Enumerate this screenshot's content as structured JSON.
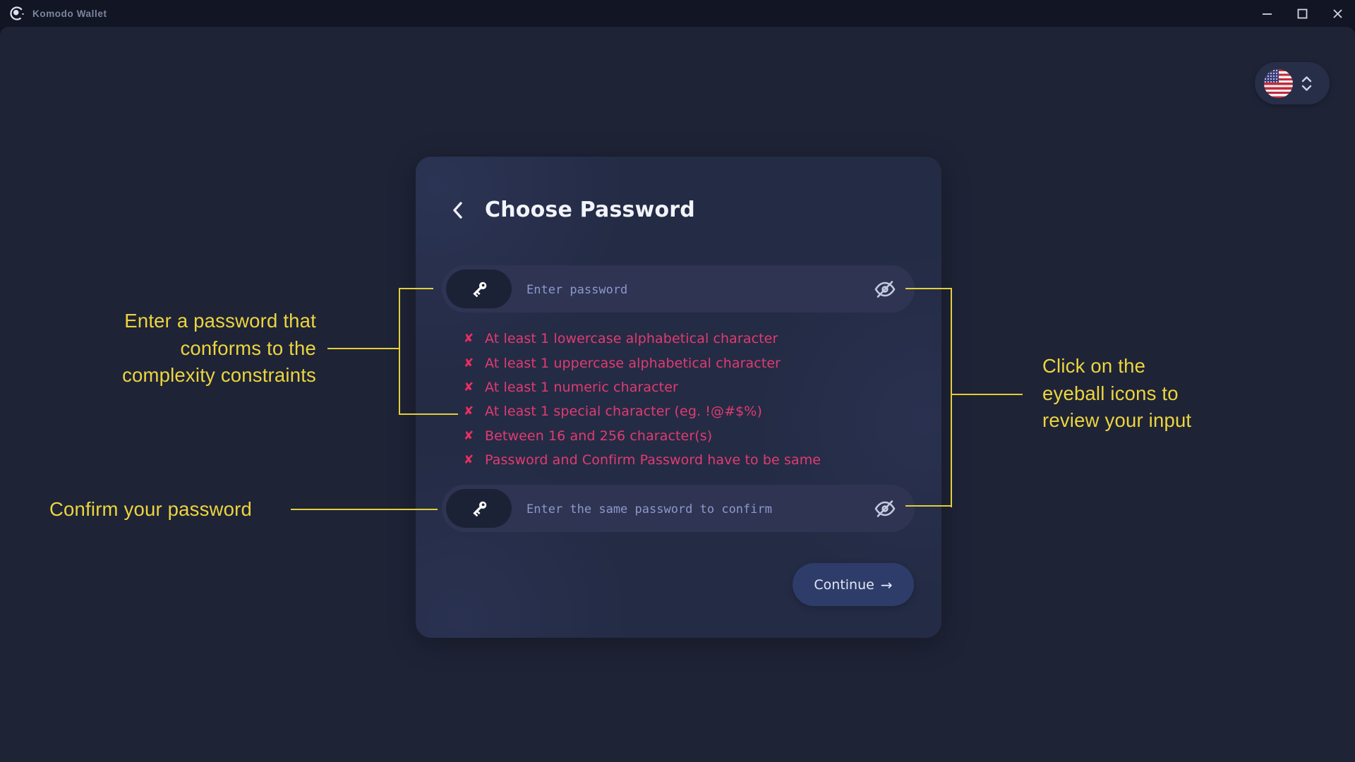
{
  "window": {
    "app_title": "Komodo Wallet",
    "controls": {
      "minimize": "minimize",
      "maximize": "maximize",
      "close": "close"
    }
  },
  "language_selector": {
    "selected": "US English",
    "flag_icon": "us-flag",
    "chevrons_icon": "chevron-up-down"
  },
  "dialog": {
    "title": "Choose Password",
    "back_icon": "chevron-left",
    "password_placeholder": "Enter password",
    "confirm_placeholder": "Enter the same password to confirm",
    "key_icon": "key",
    "eye_icon": "eye-slash",
    "fail_mark": "✘",
    "requirements": [
      "At least 1 lowercase alphabetical character",
      "At least 1 uppercase alphabetical character",
      "At least 1 numeric character",
      "At least 1 special character (eg. !@#$%)",
      "Between 16 and 256 character(s)",
      "Password and Confirm Password have to be same"
    ],
    "continue_label": "Continue",
    "continue_arrow": "→"
  },
  "annotations": {
    "left_top": {
      "line1": "Enter a password that",
      "line2": "conforms to the",
      "line3": "complexity constraints"
    },
    "left_bottom": "Confirm your password",
    "right": {
      "line1": "Click on the",
      "line2": "eyeball icons to",
      "line3": "review your input"
    }
  },
  "colors": {
    "page_background": "#1e2336",
    "titlebar_background": "#121624",
    "card_background": "#242b45",
    "field_background": "#2e3452",
    "key_pill_background": "#1c2236",
    "placeholder_text": "#8d99cc",
    "error_pink": "#e23b70",
    "annotation_yellow": "#ecd53e",
    "continue_button": "#2e3c6a",
    "title_text": "#f2f4fa"
  }
}
